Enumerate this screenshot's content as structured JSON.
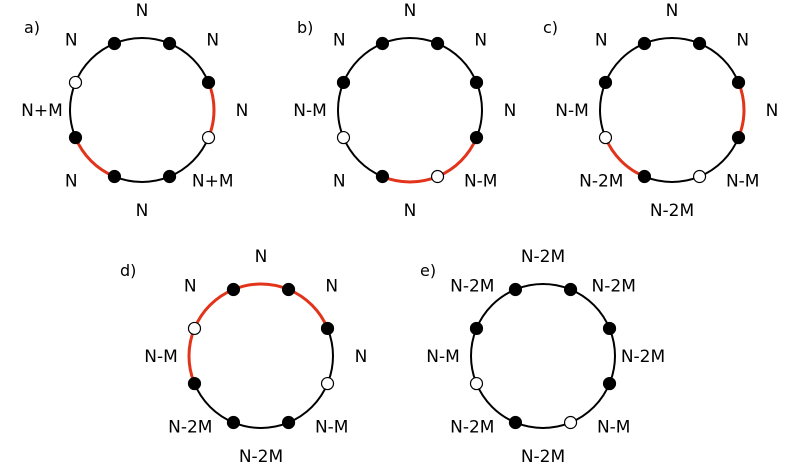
{
  "colors": {
    "ring": "#000000",
    "highlight": "#e2341a",
    "filled_node": "#000000",
    "open_node": "#ffffff"
  },
  "panels": [
    {
      "id": "a",
      "label": "a)",
      "nodes": [
        "filled",
        "filled",
        "open",
        "filled",
        "filled",
        "filled",
        "open",
        "filled"
      ],
      "arcs": [
        "N",
        "N",
        "N+M",
        "N",
        "N",
        "N+M",
        "N",
        "N"
      ],
      "highlighted_arcs": [
        2,
        5
      ]
    },
    {
      "id": "b",
      "label": "b)",
      "nodes": [
        "filled",
        "filled",
        "filled",
        "open",
        "filled",
        "open",
        "filled",
        "filled"
      ],
      "arcs": [
        "N",
        "N",
        "N-M",
        "N",
        "N",
        "N-M",
        "N",
        "N"
      ],
      "highlighted_arcs": [
        3,
        4
      ]
    },
    {
      "id": "c",
      "label": "c)",
      "nodes": [
        "filled",
        "filled",
        "filled",
        "open",
        "filled",
        "open",
        "filled",
        "filled"
      ],
      "arcs": [
        "N",
        "N",
        "N-M",
        "N-2M",
        "N-2M",
        "N-M",
        "N",
        "N"
      ],
      "highlighted_arcs": [
        2,
        5
      ]
    },
    {
      "id": "d",
      "label": "d)",
      "nodes": [
        "filled",
        "filled",
        "open",
        "filled",
        "filled",
        "filled",
        "open",
        "filled"
      ],
      "arcs": [
        "N",
        "N",
        "N-M",
        "N-2M",
        "N-2M",
        "N-M",
        "N",
        "N"
      ],
      "highlighted_arcs": [
        0,
        1,
        6,
        7
      ]
    },
    {
      "id": "e",
      "label": "e)",
      "nodes": [
        "filled",
        "filled",
        "filled",
        "open",
        "filled",
        "open",
        "filled",
        "filled"
      ],
      "arcs": [
        "N-2M",
        "N-2M",
        "N-M",
        "N-2M",
        "N-2M",
        "N-M",
        "N-2M",
        "N-2M"
      ],
      "highlighted_arcs": []
    }
  ]
}
